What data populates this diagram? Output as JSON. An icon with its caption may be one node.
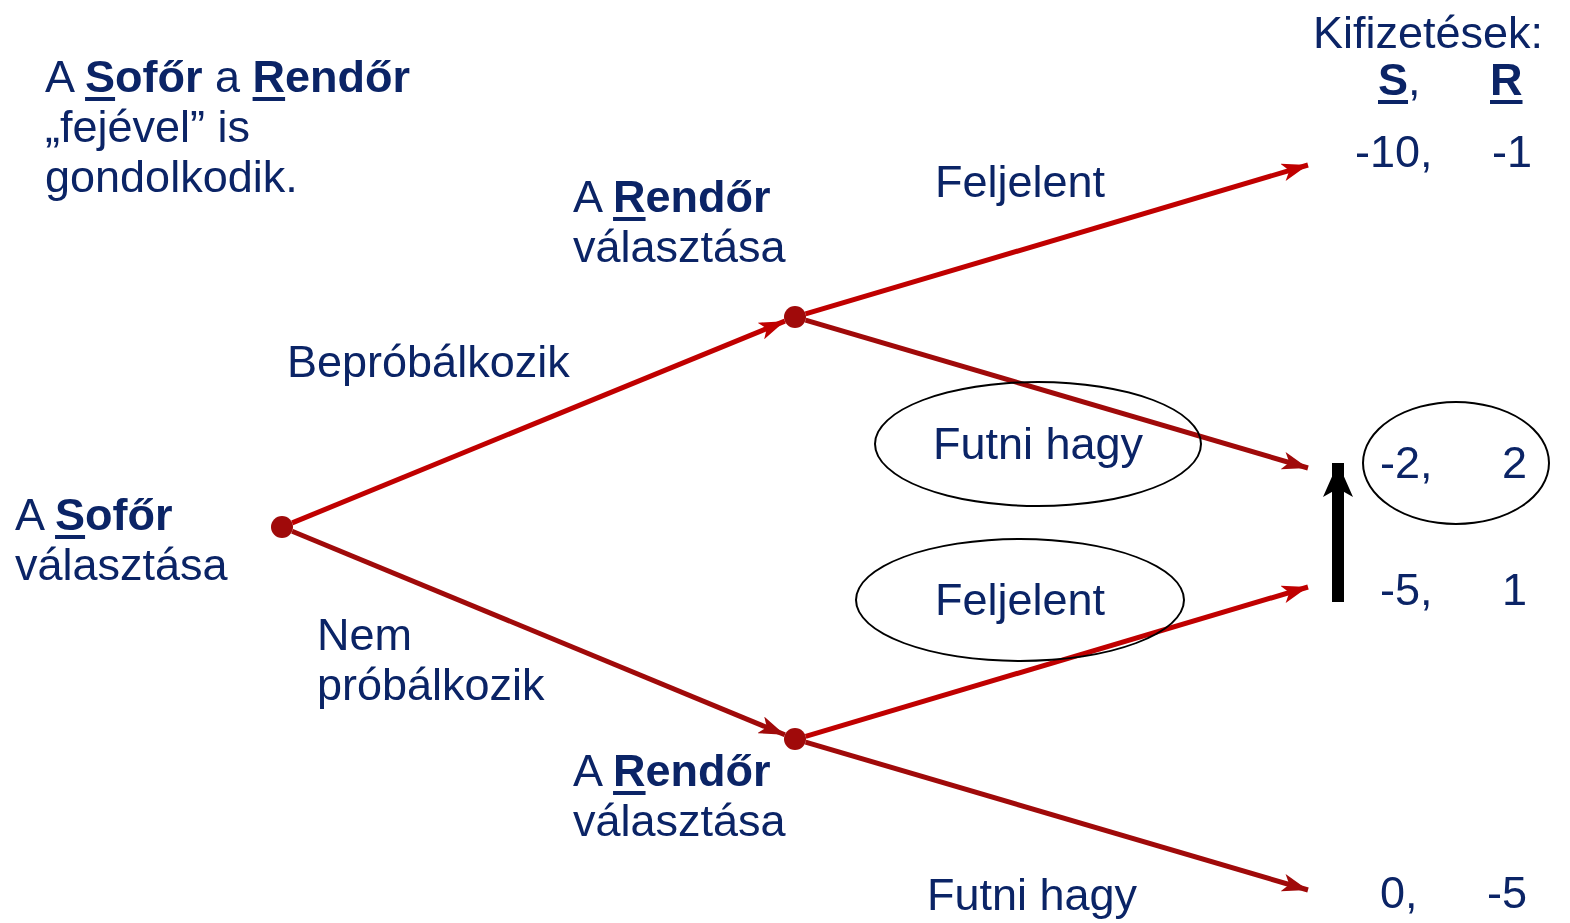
{
  "diagram": {
    "nodes": [
      {
        "text": [],
        "shape": "circle",
        "beside": [
          "A **Sofőr** választása"
        ]
      },
      {
        "text": [],
        "shape": "circle",
        "beside": [
          "A **Rendőr** választása"
        ]
      },
      {
        "text": [],
        "shape": "circle",
        "beside": [
          "A **Rendőr** választása"
        ]
      },
      {
        "text": [
          "-10,",
          "-1"
        ]
      },
      {
        "text": [
          "-2,",
          "2"
        ]
      },
      {
        "text": [
          "-5,",
          "1"
        ]
      },
      {
        "text": [
          "0,",
          "-5"
        ]
      }
    ],
    "edges": [
      {
        "from": 0,
        "to": 1,
        "arrow": "to",
        "label": "Bepróbálkozik"
      },
      {
        "from": 0,
        "to": 2,
        "arrow": "to",
        "label": "Nem próbálkozik",
        "color": "#a00a0a"
      },
      {
        "from": 1,
        "to": 3,
        "arrow": "to",
        "label": "Feljelent"
      },
      {
        "from": 1,
        "to": 4,
        "arrow": "to",
        "label": "Futni hagy",
        "color": "#a00a0a"
      },
      {
        "from": 2,
        "to": 5,
        "arrow": "to",
        "label": "Feljelent"
      },
      {
        "from": 2,
        "to": 6,
        "arrow": "to",
        "label": "Futni hagy",
        "color": "#a00a0a"
      },
      {
        "from": 5,
        "to": 4,
        "arrow": "to",
        "color": "#000000",
        "style": "thick"
      }
    ],
    "labels": [
      "A **Sofőr** a **Rendőr** „fejével” is gondolkodik.",
      "Kifizetések:",
      "**S**,",
      "**R**"
    ]
  }
}
